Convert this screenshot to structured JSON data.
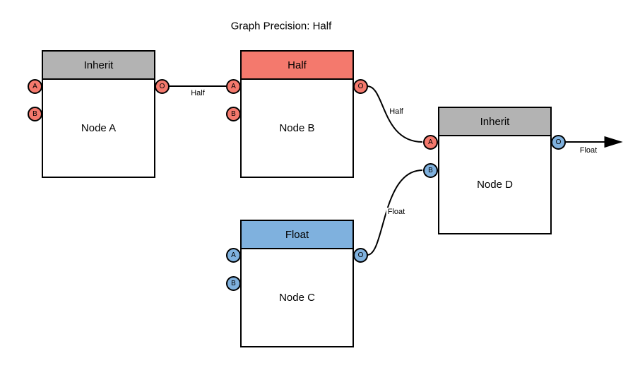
{
  "title": "Graph Precision: Half",
  "colors": {
    "inherit_gray": "#b3b3b3",
    "half_red": "#f4796d",
    "float_blue": "#7fb1de",
    "stroke": "#000000",
    "canvas": "#ffffff"
  },
  "nodes": [
    {
      "header": "Inherit",
      "header_color": "#b3b3b3",
      "label": "Node A",
      "ports": [
        {
          "label": "A",
          "color": "#f4796d"
        },
        {
          "label": "B",
          "color": "#f4796d"
        },
        {
          "label": "O",
          "color": "#f4796d"
        }
      ]
    },
    {
      "header": "Half",
      "header_color": "#f4796d",
      "label": "Node B",
      "ports": [
        {
          "label": "A",
          "color": "#f4796d"
        },
        {
          "label": "B",
          "color": "#f4796d"
        },
        {
          "label": "O",
          "color": "#f4796d"
        }
      ]
    },
    {
      "header": "Float",
      "header_color": "#7fb1de",
      "label": "Node C",
      "ports": [
        {
          "label": "A",
          "color": "#7fb1de"
        },
        {
          "label": "B",
          "color": "#7fb1de"
        },
        {
          "label": "O",
          "color": "#7fb1de"
        }
      ]
    },
    {
      "header": "Inherit",
      "header_color": "#b3b3b3",
      "label": "Node D",
      "ports": [
        {
          "label": "A",
          "color": "#f4796d"
        },
        {
          "label": "B",
          "color": "#7fb1de"
        },
        {
          "label": "O",
          "color": "#7fb1de"
        }
      ]
    }
  ],
  "edges": [
    {
      "label": "Half",
      "from": "node-a.port-o",
      "to": "node-b.port-a"
    },
    {
      "label": "Half",
      "from": "node-b.port-o",
      "to": "node-d.port-a"
    },
    {
      "label": "Float",
      "from": "node-c.port-o",
      "to": "node-d.port-b"
    },
    {
      "label": "Float",
      "from": "node-d.port-o",
      "to": "graph-output",
      "arrowhead": true
    }
  ]
}
